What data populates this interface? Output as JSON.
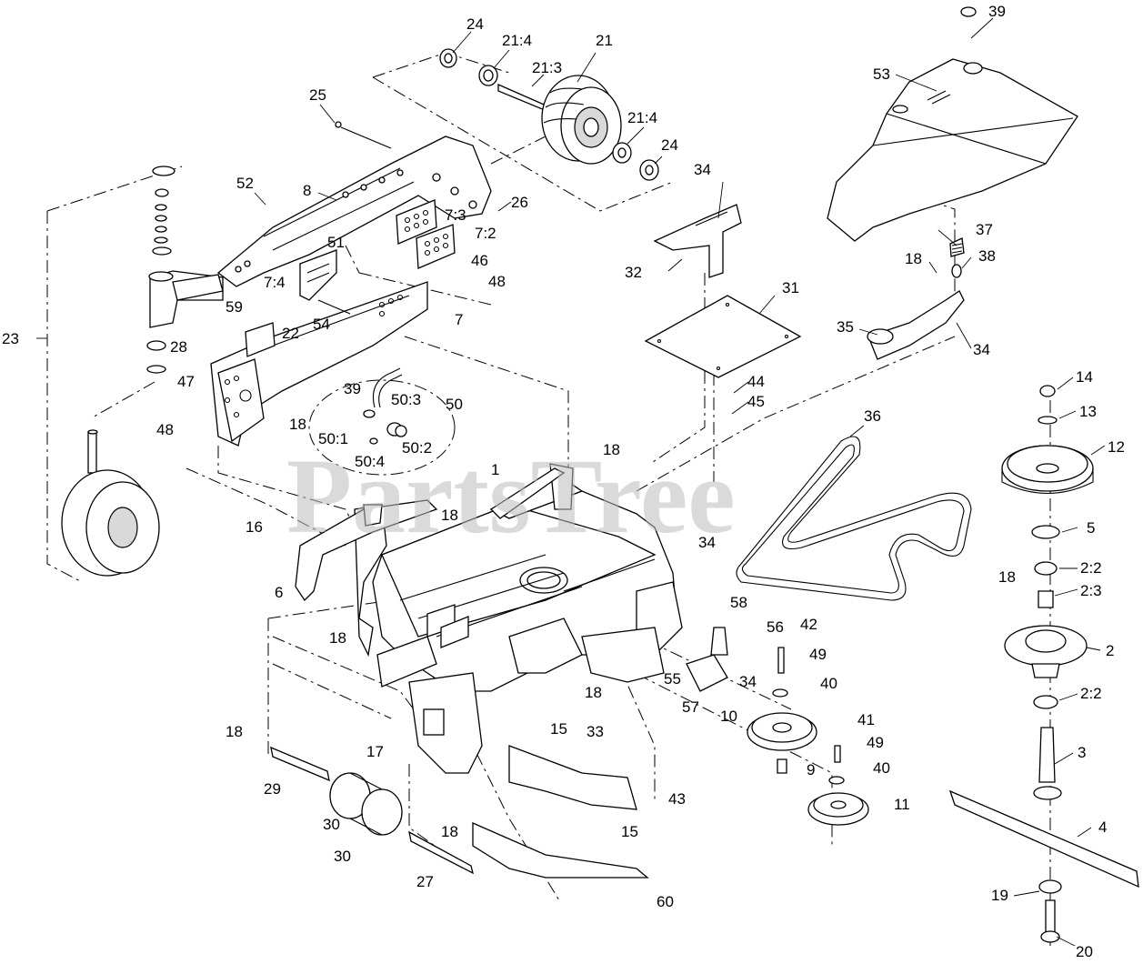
{
  "watermark": "PartsTree",
  "callouts": [
    {
      "id": "c24a",
      "text": "24"
    },
    {
      "id": "c21_4a",
      "text": "21:4"
    },
    {
      "id": "c21",
      "text": "21"
    },
    {
      "id": "c21_3",
      "text": "21:3"
    },
    {
      "id": "c21_4b",
      "text": "21:4"
    },
    {
      "id": "c24b",
      "text": "24"
    },
    {
      "id": "c25",
      "text": "25"
    },
    {
      "id": "c52",
      "text": "52"
    },
    {
      "id": "c8",
      "text": "8"
    },
    {
      "id": "c26",
      "text": "26"
    },
    {
      "id": "c7_3",
      "text": "7:3"
    },
    {
      "id": "c7_2",
      "text": "7:2"
    },
    {
      "id": "c51",
      "text": "51"
    },
    {
      "id": "c46",
      "text": "46"
    },
    {
      "id": "c48a",
      "text": "48"
    },
    {
      "id": "c7_4",
      "text": "7:4"
    },
    {
      "id": "c59",
      "text": "59"
    },
    {
      "id": "c54",
      "text": "54"
    },
    {
      "id": "c7",
      "text": "7"
    },
    {
      "id": "c22",
      "text": "22"
    },
    {
      "id": "c28",
      "text": "28"
    },
    {
      "id": "c47",
      "text": "47"
    },
    {
      "id": "c23",
      "text": "23"
    },
    {
      "id": "c39a",
      "text": "39"
    },
    {
      "id": "c50_3",
      "text": "50:3"
    },
    {
      "id": "c50",
      "text": "50"
    },
    {
      "id": "c18a",
      "text": "18"
    },
    {
      "id": "c50_1",
      "text": "50:1"
    },
    {
      "id": "c50_2",
      "text": "50:2"
    },
    {
      "id": "c50_4",
      "text": "50:4"
    },
    {
      "id": "c48b",
      "text": "48"
    },
    {
      "id": "c1",
      "text": "1"
    },
    {
      "id": "c18b",
      "text": "18"
    },
    {
      "id": "c16",
      "text": "16"
    },
    {
      "id": "c18c",
      "text": "18"
    },
    {
      "id": "c6",
      "text": "6"
    },
    {
      "id": "c34a",
      "text": "34"
    },
    {
      "id": "c32",
      "text": "32"
    },
    {
      "id": "c31",
      "text": "31"
    },
    {
      "id": "c44",
      "text": "44"
    },
    {
      "id": "c45",
      "text": "45"
    },
    {
      "id": "c36",
      "text": "36"
    },
    {
      "id": "c34b",
      "text": "34"
    },
    {
      "id": "c39b",
      "text": "39"
    },
    {
      "id": "c53",
      "text": "53"
    },
    {
      "id": "c37",
      "text": "37"
    },
    {
      "id": "c18d",
      "text": "18"
    },
    {
      "id": "c38",
      "text": "38"
    },
    {
      "id": "c35",
      "text": "35"
    },
    {
      "id": "c34c",
      "text": "34"
    },
    {
      "id": "c14",
      "text": "14"
    },
    {
      "id": "c13",
      "text": "13"
    },
    {
      "id": "c12",
      "text": "12"
    },
    {
      "id": "c5",
      "text": "5"
    },
    {
      "id": "c2_2a",
      "text": "2:2"
    },
    {
      "id": "c18e",
      "text": "18"
    },
    {
      "id": "c2_3",
      "text": "2:3"
    },
    {
      "id": "c2",
      "text": "2"
    },
    {
      "id": "c2_2b",
      "text": "2:2"
    },
    {
      "id": "c3",
      "text": "3"
    },
    {
      "id": "c4",
      "text": "4"
    },
    {
      "id": "c19",
      "text": "19"
    },
    {
      "id": "c20",
      "text": "20"
    },
    {
      "id": "c58",
      "text": "58"
    },
    {
      "id": "c56",
      "text": "56"
    },
    {
      "id": "c42",
      "text": "42"
    },
    {
      "id": "c49a",
      "text": "49"
    },
    {
      "id": "c40a",
      "text": "40"
    },
    {
      "id": "c34d",
      "text": "34"
    },
    {
      "id": "c55",
      "text": "55"
    },
    {
      "id": "c57",
      "text": "57"
    },
    {
      "id": "c10",
      "text": "10"
    },
    {
      "id": "c41",
      "text": "41"
    },
    {
      "id": "c49b",
      "text": "49"
    },
    {
      "id": "c40b",
      "text": "40"
    },
    {
      "id": "c9",
      "text": "9"
    },
    {
      "id": "c11",
      "text": "11"
    },
    {
      "id": "c18f",
      "text": "18"
    },
    {
      "id": "c18g",
      "text": "18"
    },
    {
      "id": "c15a",
      "text": "15"
    },
    {
      "id": "c33",
      "text": "33"
    },
    {
      "id": "c43",
      "text": "43"
    },
    {
      "id": "c18h",
      "text": "18"
    },
    {
      "id": "c17",
      "text": "17"
    },
    {
      "id": "c29",
      "text": "29"
    },
    {
      "id": "c30a",
      "text": "30"
    },
    {
      "id": "c30b",
      "text": "30"
    },
    {
      "id": "c27",
      "text": "27"
    },
    {
      "id": "c18i",
      "text": "18"
    },
    {
      "id": "c15b",
      "text": "15"
    },
    {
      "id": "c60",
      "text": "60"
    }
  ]
}
